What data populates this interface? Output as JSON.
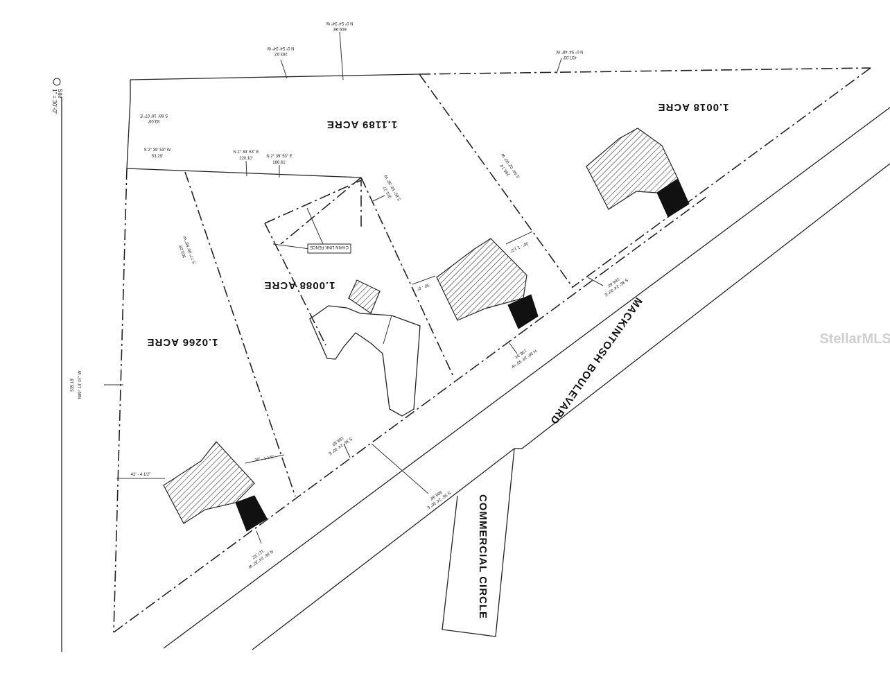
{
  "scale_note": {
    "title": "Site",
    "scale": "1\" = 30'-0\""
  },
  "lots": [
    {
      "acreage": "1.1189 ACRE"
    },
    {
      "acreage": "1.0018 ACRE"
    },
    {
      "acreage": "1.0088 ACRE"
    },
    {
      "acreage": "1.0266 ACRE"
    }
  ],
  "streets": {
    "main": "MACKINTOSH BOULEVARD",
    "side": "COMMERCIAL CIRCLE"
  },
  "bearings": {
    "top_long": [
      "N 0° 54' 34\" W",
      "609.98'"
    ],
    "top_left": [
      "N 0° 54' 34\" W",
      "283.92'"
    ],
    "top_right": [
      "N 0° 54' 48\" W",
      "437.03'"
    ],
    "left_short": [
      "S 88° 18' 07\" E",
      "83.00'"
    ],
    "mid_a": [
      "S 2° 39' 53\" W",
      "53.29'"
    ],
    "mid_b": [
      "N 2° 39' 53\" E",
      "220.10'"
    ],
    "mid_c": [
      "N 2° 39' 53\" E",
      "166.61'"
    ],
    "diag_1": [
      "S 85° 59' 38\" W",
      "201.27'"
    ],
    "diag_2": [
      "S 54° 02' 00\" W",
      "285.74'"
    ],
    "diag_3": [
      "S 77° 06' 58\" W",
      "303.28'"
    ],
    "west": [
      "N89° 14' 07\" W",
      "535.18'"
    ],
    "front_1": [
      "N 36° 24' 30\" W",
      "136.34'"
    ],
    "front_2": [
      "S 36° 24' 30\" E",
      "168.89'"
    ],
    "front_3": [
      "S 36° 24' 30\" E",
      "988.96'"
    ],
    "front_4": [
      "S 36° 24' 30\" E",
      "166.44'"
    ],
    "front_5": [
      "N 36° 24' 30\" W",
      "117.32'"
    ]
  },
  "setbacks": {
    "a": "42' - 4 1/2\"",
    "b": "30' - 1 1/8\"",
    "c": "30' - 0\"",
    "d": "30' - 1 1/2\""
  },
  "fence_label": "CHAIN LINK FENCE",
  "watermark": "StellarMLS"
}
